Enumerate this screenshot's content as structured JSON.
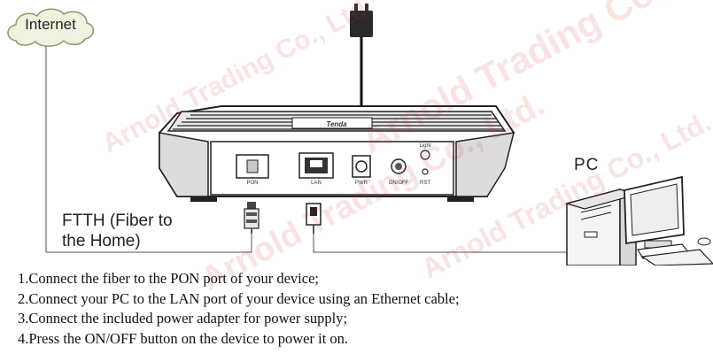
{
  "diagram": {
    "internet_label": "Internet",
    "pc_label": "PC",
    "ftth_label_line1": "FTTH (Fiber to",
    "ftth_label_line2": "the Home)",
    "ports": {
      "pon": "PON",
      "lan": "LAN",
      "pwr": "PWR",
      "onoff": "ON/OFF",
      "rst": "RST",
      "light": "Light"
    },
    "device_logo": "Tenda"
  },
  "instructions": [
    "1.Connect the fiber to the PON port of your device;",
    "2.Connect your PC to the LAN port of your device using an Ethernet cable;",
    "3.Connect the included power adapter for power supply;",
    "4.Press the ON/OFF button on the device to power it on."
  ],
  "watermark": {
    "text_a": "Arnold Trading Co., Ltd.",
    "text_b": "Arnold Trading Co., Ltd.",
    "text_c": "Arnold Trading Co., Ltd.",
    "text_d": "Arnold Trading Co., Ltd."
  },
  "colors": {
    "line": "#555555",
    "device_outline": "#222222",
    "cloud_fill": "#eef3df",
    "watermark": "#d72828"
  }
}
